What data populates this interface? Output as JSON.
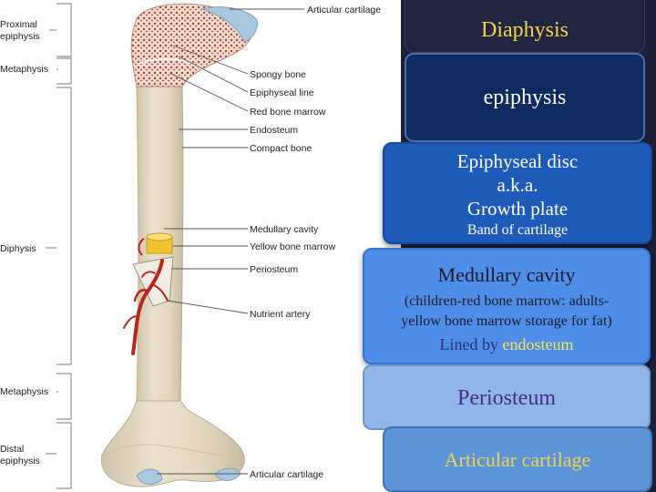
{
  "diagram": {
    "left_labels": {
      "proximal_epiphysis": [
        "Proximal",
        "epiphysis"
      ],
      "metaphysis_top": "Metaphysis",
      "diaphysis": "Diphysis",
      "metaphysis_bottom": "Metaphysis",
      "distal_epiphysis": [
        "Distal",
        "epiphysis"
      ]
    },
    "right_labels": {
      "articular_cartilage_top": "Articular cartilage",
      "spongy_bone": "Spongy bone",
      "epiphyseal_line": "Epiphyseal line",
      "red_bone_marrow": "Red bone marrow",
      "endosteum": "Endosteum",
      "compact_bone": "Compact bone",
      "medullary_cavity": "Medullary cavity",
      "yellow_bone_marrow": "Yellow bone marrow",
      "periosteum": "Periosteum",
      "nutrient_artery": "Nutrient artery",
      "articular_cartilage_bottom": "Articular cartilage"
    }
  },
  "boxes": {
    "diaphysis": "Diaphysis",
    "epiphysis": "epiphysis",
    "epiphyseal_disc": {
      "line1": "Epiphyseal disc",
      "line2": "a.k.a.",
      "line3": "Growth plate",
      "line4": "Band of cartilage"
    },
    "medullary": {
      "title": "Medullary cavity",
      "sub_line1": "(children-red bone marrow: adults-",
      "sub_line2": "yellow bone marrow storage for fat)",
      "lined_prefix": "Lined by ",
      "lined_highlight": "endosteum"
    },
    "periosteum": "Periosteum",
    "articular_cartilage": "Articular cartilage"
  },
  "colors": {
    "panel_bg": "#1c1f36",
    "highlight_yellow": "#f2d24a",
    "bone": "#e8dcc6",
    "spongy_red": "#c0392b",
    "cartilage_blue": "#a8c8e0",
    "artery_red": "#b8261c"
  }
}
